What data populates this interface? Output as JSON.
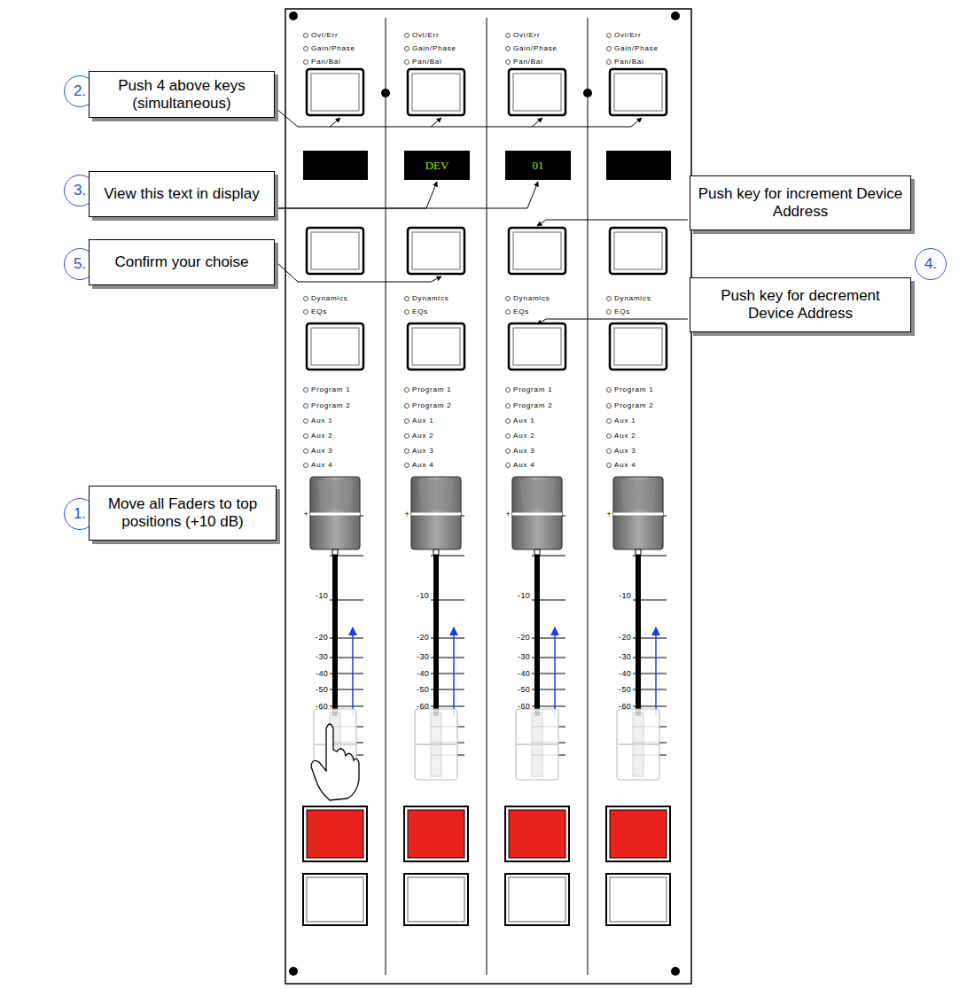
{
  "diagram": {
    "nodes": [
      {
        "text": [
          "2."
        ]
      },
      {
        "text": [
          "Push 4 above keys (simultaneous)"
        ]
      },
      {
        "text": [
          "DEV"
        ]
      },
      {
        "text": [
          "01"
        ]
      },
      {
        "text": [
          "3."
        ]
      },
      {
        "text": [
          "View this text in display"
        ]
      },
      {
        "text": [
          "Push key for increment Device Address"
        ]
      },
      {
        "text": [
          "5."
        ]
      },
      {
        "text": [
          "Confirm your choise"
        ]
      },
      {
        "text": [
          "4."
        ]
      },
      {
        "text": [
          "Push key for decrement Device Address"
        ]
      },
      {
        "text": [
          "1."
        ]
      },
      {
        "text": [
          "Move all Faders to top positions (+10 dB)"
        ]
      }
    ],
    "edges": [
      {
        "from": 5,
        "to": 2,
        "arrow": "to"
      },
      {
        "from": 5,
        "to": 3,
        "arrow": "to"
      }
    ],
    "labels": [
      "Ovl/Err",
      "Gain/Phase",
      "Pan/Bal",
      "Dynamics",
      "EQs",
      "Program 1",
      "Program 2",
      "Aux 1",
      "Aux 2",
      "Aux 3",
      "Aux 4",
      "+",
      "-10",
      "-20",
      "-30",
      "-40",
      "-50",
      "-60",
      "Ovl/Err",
      "Gain/Phase",
      "Pan/Bal",
      "Dynamics",
      "EQs",
      "Program 1",
      "Program 2",
      "Aux 1",
      "Aux 2",
      "Aux 3",
      "Aux 4",
      "+",
      "-10",
      "-20",
      "-30",
      "-40",
      "-50",
      "-60",
      "Ovl/Err",
      "Gain/Phase",
      "Pan/Bal",
      "Dynamics",
      "EQs",
      "Program 1",
      "Program 2",
      "Aux 1",
      "Aux 2",
      "Aux 3",
      "Aux 4",
      "+",
      "-10",
      "-20",
      "-30",
      "-40",
      "-50",
      "-60",
      "Ovl/Err",
      "Gain/Phase",
      "Pan/Bal",
      "Dynamics",
      "EQs",
      "Program 1",
      "Program 2",
      "Aux 1",
      "Aux 2",
      "Aux 3",
      "Aux 4",
      "+",
      "-10",
      "-20",
      "-30",
      "-40",
      "-50",
      "-60"
    ]
  }
}
